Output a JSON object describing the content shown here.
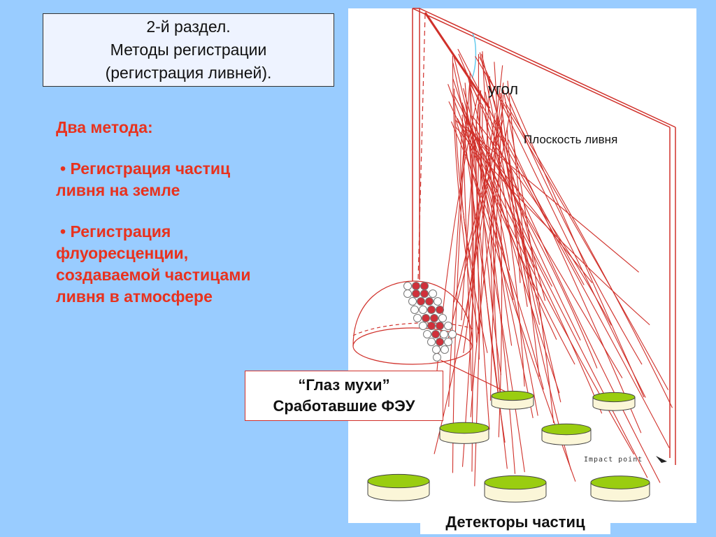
{
  "title": {
    "line1": "2-й раздел.",
    "line2": "Методы регистрации",
    "line3": "(регистрация ливней)."
  },
  "methods": {
    "heading": "Два метода:",
    "bullet1_line1": "• Регистрация частиц",
    "bullet1_line2": "ливня на земле",
    "bullet2_line1": "• Регистрация",
    "bullet2_line2": "флуоресценции,",
    "bullet2_line3": "создаваемой частицами",
    "bullet2_line4": "ливня в атмосфере"
  },
  "figure": {
    "angle_label": "угол",
    "plane_label": "Плоскость ливня",
    "impact_label": "Impact point",
    "fly_eye_line1": "“Глаз мухи”",
    "fly_eye_line2": "Сработавшие ФЭУ",
    "detectors_label": "Детекторы частиц"
  },
  "colors": {
    "background": "#99ccff",
    "accent_text": "#e8321e",
    "shower_lines": "#d0302a",
    "detector_top": "#9acd10"
  },
  "icons": [
    "fly-eye-dome-icon",
    "particle-detector-icon"
  ]
}
